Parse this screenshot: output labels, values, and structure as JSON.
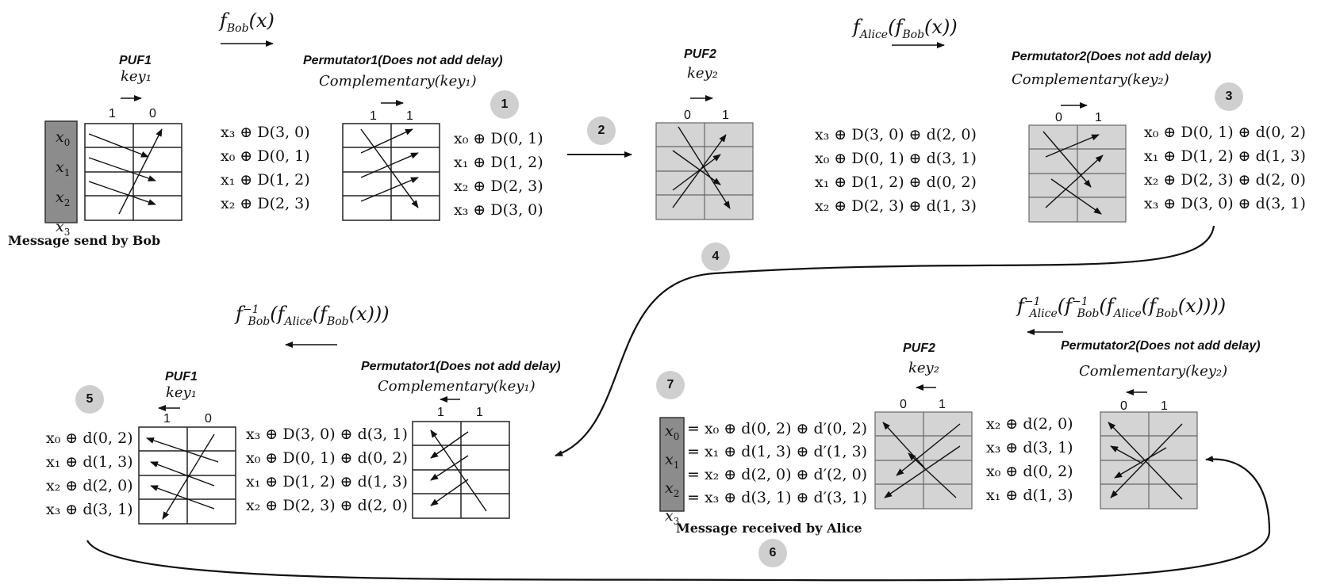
{
  "top": {
    "f_bob": "f_Bob(x)",
    "f_alice": "f_Alice(f_Bob(x))",
    "puf1": {
      "title": "PUF1",
      "key": "key₁",
      "bits": [
        "1",
        "0"
      ]
    },
    "perm1": {
      "title": "Permutator1(Does not add delay)",
      "key": "Complementary(key₁)",
      "bits": [
        "1",
        "1"
      ]
    },
    "puf2": {
      "title": "PUF2",
      "key": "key₂",
      "bits": [
        "0",
        "1"
      ]
    },
    "perm2": {
      "title": "Permutator2(Does not add delay)",
      "key": "Complementary(key₂)",
      "bits": [
        "0",
        "1"
      ]
    },
    "input_regs": [
      "x0",
      "x1",
      "x2",
      "x3"
    ],
    "caption_bob": "Message send by Bob",
    "after_puf1": [
      "x₃ ⊕ D(3, 0)",
      "x₀ ⊕ D(0, 1)",
      "x₁ ⊕ D(1, 2)",
      "x₂ ⊕ D(2, 3)"
    ],
    "after_perm1": [
      "x₀ ⊕ D(0, 1)",
      "x₁ ⊕ D(1, 2)",
      "x₂ ⊕ D(2, 3)",
      "x₃ ⊕ D(3, 0)"
    ],
    "after_puf2": [
      "x₃ ⊕ D(3, 0) ⊕ d(2, 0)",
      "x₀ ⊕ D(0, 1) ⊕ d(3, 1)",
      "x₁ ⊕ D(1, 2) ⊕ d(0, 2)",
      "x₂ ⊕ D(2, 3) ⊕ d(1, 3)"
    ],
    "after_perm2": [
      "x₀ ⊕ D(0, 1) ⊕ d(0, 2)",
      "x₁ ⊕ D(1, 2) ⊕ d(1, 3)",
      "x₂ ⊕ D(2, 3) ⊕ d(2, 0)",
      "x₃ ⊕ D(3, 0) ⊕ d(3, 1)"
    ]
  },
  "bottom": {
    "f_inv_bob": "f⁻¹_Bob(f_Alice(f_Bob(x)))",
    "f_inv_alice": "f⁻¹_Alice(f⁻¹_Bob(f_Alice(f_Bob(x))))",
    "puf1": {
      "title": "PUF1",
      "key": "key₁",
      "bits": [
        "1",
        "0"
      ]
    },
    "perm1": {
      "title": "Permutator1(Does not add delay)",
      "key": "Complementary(key₁)",
      "bits": [
        "1",
        "1"
      ]
    },
    "puf2": {
      "title": "PUF2",
      "key": "key₂",
      "bits": [
        "0",
        "1"
      ]
    },
    "perm2": {
      "title": "Permutator2(Does not add delay)",
      "key": "Comlementary(key₂)",
      "bits": [
        "0",
        "1"
      ]
    },
    "left_values": [
      "x₀ ⊕ d(0, 2)",
      "x₁ ⊕ d(1, 3)",
      "x₂ ⊕ d(2, 0)",
      "x₃ ⊕ d(3, 1)"
    ],
    "perm1_inputs": [
      "x₃ ⊕ D(3, 0) ⊕ d(3, 1)",
      "x₀ ⊕ D(0, 1) ⊕ d(0, 2)",
      "x₁ ⊕ D(1, 2) ⊕ d(1, 3)",
      "x₂ ⊕ D(2, 3) ⊕ d(2, 0)"
    ],
    "received": [
      "= x₀ ⊕ d(0, 2) ⊕ d′(0, 2)",
      "= x₁ ⊕ d(1, 3) ⊕ d′(1, 3)",
      "= x₂ ⊕ d(2, 0) ⊕ d′(2, 0)",
      "= x₃ ⊕ d(3, 1) ⊕ d′(3, 1)"
    ],
    "output_regs": [
      "x0",
      "x1",
      "x2",
      "x3"
    ],
    "caption_alice": "Message received by Alice",
    "after_perm2_inv": [
      "x₂ ⊕ d(2, 0)",
      "x₃ ⊕ d(3, 1)",
      "x₀ ⊕ d(0, 2)",
      "x₁ ⊕ d(1, 3)"
    ]
  },
  "steps": [
    "1",
    "2",
    "3",
    "4",
    "5",
    "6",
    "7"
  ]
}
